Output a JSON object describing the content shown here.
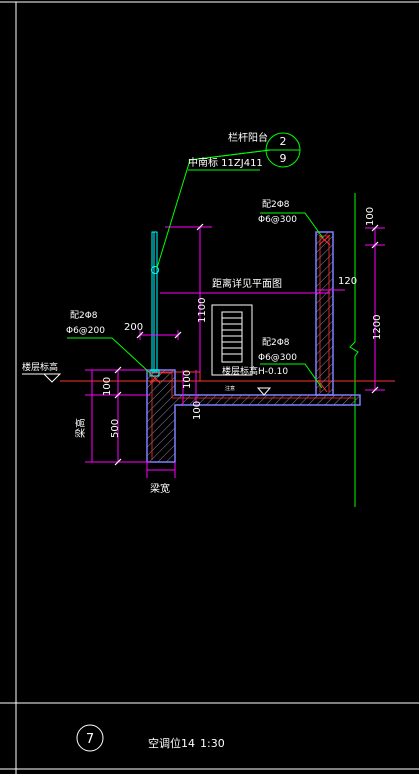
{
  "callout": {
    "name": "栏杆阳台",
    "standard": "中南标 11ZJ411",
    "number": "2",
    "sheet": "9"
  },
  "labels": {
    "railing_dim": "距离详见平面图",
    "floor_level_left": "楼层标高",
    "floor_level_inner": "楼层标高H-0.10",
    "beam_height": "梁高",
    "beam_width": "梁宽",
    "small_mark": "注意"
  },
  "rebar": {
    "top_right_main": "配2Φ8",
    "top_right_stirrup": "Φ6@300",
    "left_main": "配2Φ8",
    "left_stirrup": "Φ6@200",
    "mid_main": "配2Φ8",
    "mid_stirrup": "Φ6@300"
  },
  "dimensions": {
    "d100_top": "100",
    "d1200": "1200",
    "d120": "120",
    "d200": "200",
    "d1100": "1100",
    "d100_a": "100",
    "d100_b": "100",
    "d100_c": "100",
    "d500": "500"
  },
  "title_block": {
    "detail_number": "7",
    "title": "空调位14",
    "scale": "1:30"
  },
  "colors": {
    "background": "#000000",
    "concrete_outline": "#7f7fff",
    "dimension": "#ff00ff",
    "leader": "#00ff00",
    "level_line": "#ff3030",
    "rebar": "#ff3030",
    "text": "#ffffff",
    "frame": "#ffffff",
    "axis": "#00ff00",
    "railing": "#00ffff"
  }
}
